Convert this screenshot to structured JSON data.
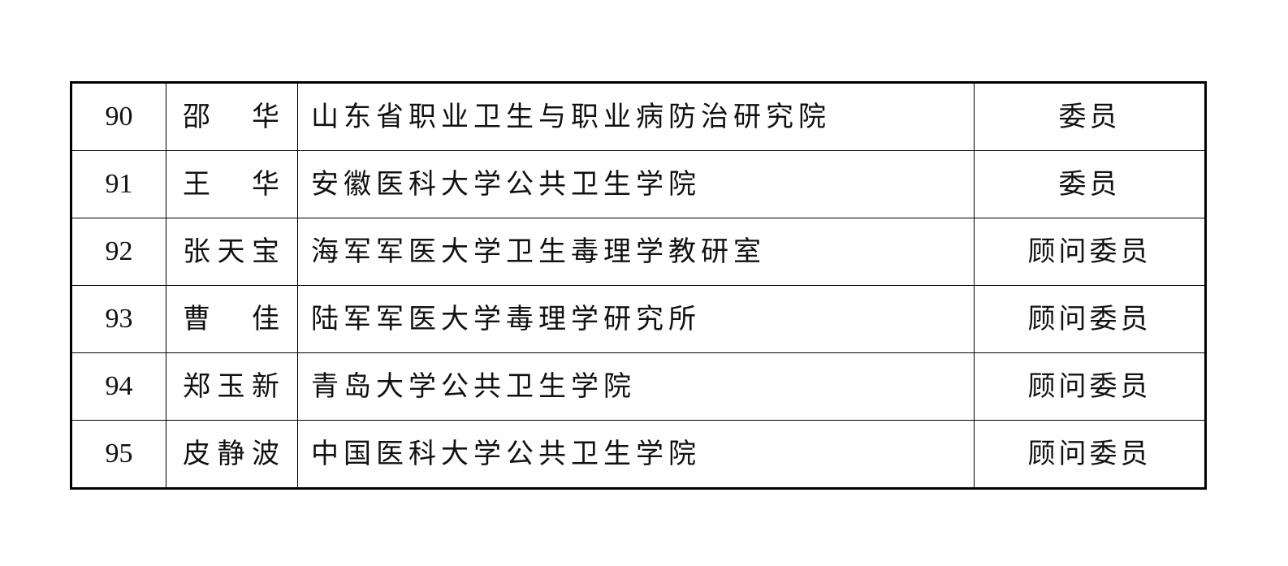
{
  "table": {
    "rows": [
      {
        "no": "90",
        "name": "邵　华",
        "org": "山东省职业卫生与职业病防治研究院",
        "role": "委员"
      },
      {
        "no": "91",
        "name": "王　华",
        "org": "安徽医科大学公共卫生学院",
        "role": "委员"
      },
      {
        "no": "92",
        "name": "张天宝",
        "org": "海军军医大学卫生毒理学教研室",
        "role": "顾问委员"
      },
      {
        "no": "93",
        "name": "曹　佳",
        "org": "陆军军医大学毒理学研究所",
        "role": "顾问委员"
      },
      {
        "no": "94",
        "name": "郑玉新",
        "org": "青岛大学公共卫生学院",
        "role": "顾问委员"
      },
      {
        "no": "95",
        "name": "皮静波",
        "org": "中国医科大学公共卫生学院",
        "role": "顾问委员"
      }
    ]
  }
}
